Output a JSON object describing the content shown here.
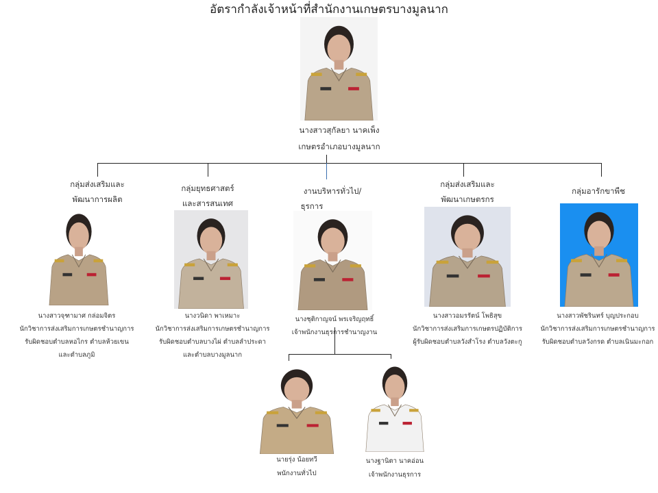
{
  "title": "อัตรากำลังเจ้าหน้าที่สำนักงานเกษตรบางมูลนาก",
  "head": {
    "name": "นางสาวสุกัลยา   นาคเพ็ง",
    "position": "เกษตรอำเภอบางมูลนาก",
    "photo_bg": "#f4f4f4",
    "uniform": "#b9a58a"
  },
  "groups": [
    {
      "title_1": "กลุ่มส่งเสริมและ",
      "title_2": "พัฒนาการผลิต",
      "name": "นางสาวจุฑามาศ  กล่อมจิตร",
      "lines": [
        "นักวิชาการส่งเสริมการเกษตรชำนาญการ",
        "รับผิดชอบตำบลหอไกร ตำบลห้วยเขน",
        "และตำบลภูมิ"
      ],
      "photo_bg": "#ffffff",
      "uniform": "#b8a286"
    },
    {
      "title_1": "กลุ่มยุทธศาสตร์",
      "title_2": "และสารสนเทศ",
      "name": "นางวนิดา  พาเหมาะ",
      "lines": [
        "นักวิชาการส่งเสริมการเกษตรชำนาญการ",
        "รับผิดชอบตำบลบางไผ่ ตำบลลำประดา",
        "และตำบลบางมูลนาก"
      ],
      "photo_bg": "#e6e6e8",
      "uniform": "#c2b29c"
    },
    {
      "title_1": "งานบริหารทั่วไป/",
      "title_2": "ธุรการ",
      "name": "นางชุติกาญจน์  พรเจริญฤทธิ์",
      "lines": [
        "เจ้าพนักงานธุรการชำนาญงาน"
      ],
      "photo_bg": "#fafafa",
      "uniform": "#b09a80"
    },
    {
      "title_1": "กลุ่มส่งเสริมและ",
      "title_2": "พัฒนาเกษตรกร",
      "name": "นางสาวอมรรัตน์  โพธิสุข",
      "lines": [
        "นักวิชาการส่งเสริมการเกษตรปฏิบัติการ",
        "ผู้รับผิดชอบตำบลวังสำโรง ตำบลวังตะกู"
      ],
      "photo_bg": "#dfe3ec",
      "uniform": "#b5a48c"
    },
    {
      "title_1": "กลุ่มอารักขาพืช",
      "title_2": "",
      "name": "นางสาวพัชรินทร์  บุญประกอบ",
      "lines": [
        "นักวิชาการส่งเสริมการเกษตรชำนาญการ",
        "รับผิดชอบตำบลวังกรด ตำบลเนินมะกอก"
      ],
      "photo_bg": "#1a8ff0",
      "uniform": "#bba88e"
    }
  ],
  "staff": [
    {
      "name": "นายรุ่ง  น้อยทวี",
      "position": "พนักงานทั่วไป",
      "photo_bg": "#ffffff",
      "uniform": "#c4ab86"
    },
    {
      "name": "นางฐานิตา นาคอ่อน",
      "position": "เจ้าพนักงานธุรการ",
      "photo_bg": "#ffffff",
      "uniform": "#f2f2f2"
    }
  ]
}
